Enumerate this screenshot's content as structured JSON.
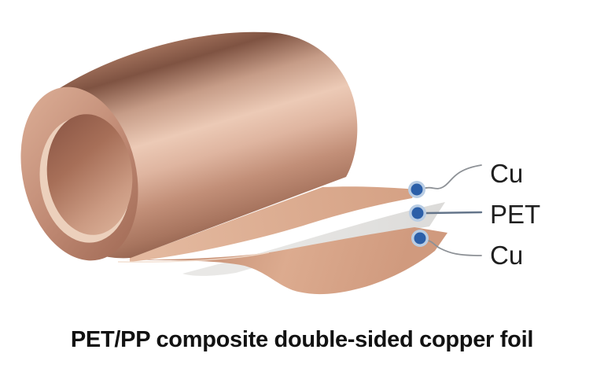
{
  "caption": "PET/PP composite double-sided copper foil",
  "layer_labels": {
    "top": "Cu",
    "middle": "PET",
    "bottom": "Cu"
  },
  "markers": {
    "count": 3,
    "dot_color": "#2c5fa8",
    "halo_color": "#b9cde4"
  },
  "colors": {
    "roll_copper_mid": "#c08a74",
    "roll_copper_dark": "#7f5342",
    "roll_copper_highlight": "#eccab6",
    "sheet_copper": "#d9a88c",
    "pet_gray": "#e7e6e4",
    "leader_line": "#8d9196",
    "pet_leader_line": "#64758a",
    "label_text": "#1f1f1f",
    "background": "#ffffff"
  }
}
